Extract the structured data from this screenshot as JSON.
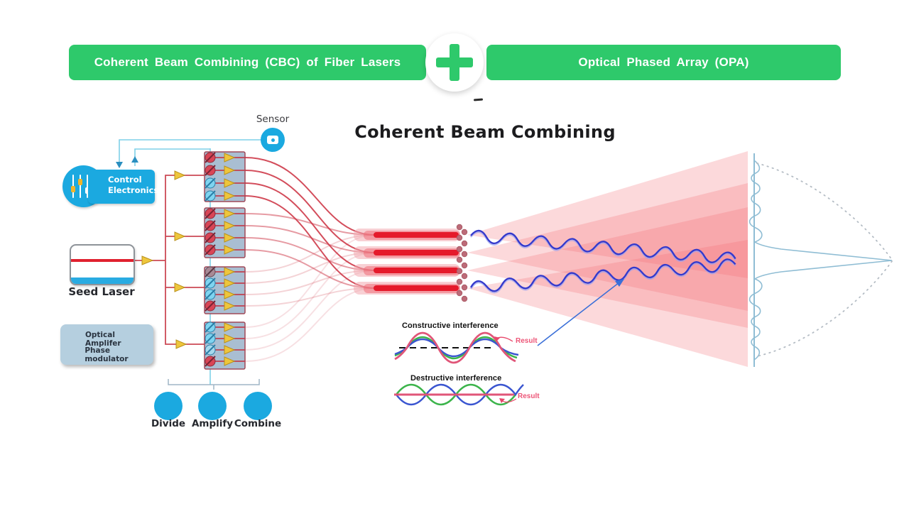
{
  "banner": {
    "left_label": "Coherent Beam Combining (CBC) of Fiber Lasers",
    "right_label": "Optical Phased Array (OPA)",
    "plus_icon": "+"
  },
  "diagram": {
    "title": "Coherent Beam Combining",
    "sensor_label": "Sensor",
    "control_electronics_label": "Control Electronics",
    "seed_laser_label": "Seed Laser",
    "legend": {
      "amplifier_label": "Optical Amplifer",
      "modulator_label": "Phase modulator"
    },
    "steps": [
      {
        "label": "Divide"
      },
      {
        "label": "Amplify"
      },
      {
        "label": "Combine"
      }
    ],
    "insets": {
      "constructive_title": "Constructive interference",
      "destructive_title": "Destructive interference",
      "constructive_result_label": "Result",
      "destructive_result_label": "Result"
    }
  },
  "icons": {
    "plus": "plus-cross",
    "sensor": "camera",
    "control": "mixer-sliders",
    "divide": "share-nodes",
    "amplify": "sound-waves",
    "combine": "overlapping-squares",
    "amplifier": "yellow-triangle",
    "modulator": "slashed-circle"
  },
  "colors": {
    "banner_green": "#2ec96b",
    "accent_blue": "#1ba9e0",
    "laser_red": "#e0212f",
    "beam_pink": "#f26b74",
    "wave_blue": "#3339cc",
    "module_fill": "#a9bed2",
    "module_border": "#a04858",
    "amplifier_yellow": "#eec63c",
    "result_pink": "#ed5577",
    "constructive_green": "#3cb44b",
    "interference_blue": "#3a55d0",
    "profile_blue": "#8fbdd4"
  }
}
